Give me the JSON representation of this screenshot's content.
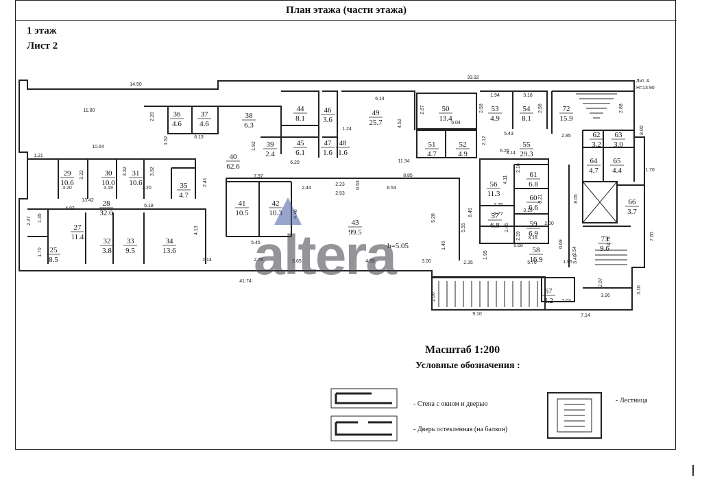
{
  "header": {
    "title": "План этажа (части этажа)",
    "floor": "1 этаж",
    "sheet": "Лист 2"
  },
  "footer": {
    "scale": "Масштаб 1:200",
    "legend_title": "Условные обозначения :",
    "legend_wall": "- Стена с окном и дверью",
    "legend_door": "- Дверь остекленная (на балкон)",
    "legend_stairs": "- Лестница"
  },
  "watermark": "altera",
  "plan": {
    "lit": "Лит. А",
    "height_mark": "Н=13.90",
    "ceiling_note": "h=5.05",
    "rooms": [
      {
        "id": "36",
        "area": "4.6"
      },
      {
        "id": "37",
        "area": "4.6"
      },
      {
        "id": "38",
        "area": "6.3"
      },
      {
        "id": "44",
        "area": "8.1"
      },
      {
        "id": "46",
        "area": "3.6"
      },
      {
        "id": "49",
        "area": "25.7"
      },
      {
        "id": "50",
        "area": "13.4"
      },
      {
        "id": "53",
        "area": "4.9"
      },
      {
        "id": "54",
        "area": "8.1"
      },
      {
        "id": "72",
        "area": "15.9"
      },
      {
        "id": "39",
        "area": "2.4"
      },
      {
        "id": "45",
        "area": "6.1"
      },
      {
        "id": "47",
        "area": "1.6"
      },
      {
        "id": "48",
        "area": "1.6"
      },
      {
        "id": "51",
        "area": "4.7"
      },
      {
        "id": "52",
        "area": "4.9"
      },
      {
        "id": "55",
        "area": "29.3"
      },
      {
        "id": "62",
        "area": "3.2"
      },
      {
        "id": "63",
        "area": "3.0"
      },
      {
        "id": "64",
        "area": "4.7"
      },
      {
        "id": "65",
        "area": "4.4"
      },
      {
        "id": "40",
        "area": "62.6"
      },
      {
        "id": "29",
        "area": "10.6"
      },
      {
        "id": "30",
        "area": "10.0"
      },
      {
        "id": "31",
        "area": "10.6"
      },
      {
        "id": "35",
        "area": "4.7"
      },
      {
        "id": "56",
        "area": "11.3"
      },
      {
        "id": "61",
        "area": "6.8"
      },
      {
        "id": "60",
        "area": "6.6"
      },
      {
        "id": "57",
        "area": "6.8"
      },
      {
        "id": "59",
        "area": "6.9"
      },
      {
        "id": "58",
        "area": "16.9"
      },
      {
        "id": "28",
        "area": "32.0"
      },
      {
        "id": "41",
        "area": "10.5"
      },
      {
        "id": "42",
        "area": "10.3"
      },
      {
        "id": "43",
        "area": "99.5"
      },
      {
        "id": "66",
        "area": "3.7"
      },
      {
        "id": "27",
        "area": "11.4"
      },
      {
        "id": "32",
        "area": "3.8"
      },
      {
        "id": "33",
        "area": "9.5"
      },
      {
        "id": "34",
        "area": "13.6"
      },
      {
        "id": "73",
        "area": "9.6"
      },
      {
        "id": "25",
        "area": "8.5"
      },
      {
        "id": "67",
        "area": "4.2"
      }
    ],
    "dims": [
      "14.50",
      "33.92",
      "11.80",
      "2.20",
      "1.52",
      "6.13",
      "1.92",
      "6.14",
      "2.67",
      "4.52",
      "1.94",
      "3.18",
      "2.58",
      "2.56",
      "2.88",
      "8.00",
      "5.04",
      "1.24",
      "5.43",
      "2.85",
      "6.25",
      "10.64",
      "1.21",
      "3.32",
      "3.32",
      "3.32",
      "2.41",
      "6.20",
      "11.34",
      "2.12",
      "7.97",
      "8.85",
      "2.44",
      "2.23",
      "2.53",
      "8.54",
      "0.53",
      "3.14",
      "2.18",
      "4.11",
      "1.70",
      "13.42",
      "4.03",
      "6.18",
      "3.20",
      "3.19",
      "3.20",
      "2.75",
      "3.15",
      "8.21",
      "8.05",
      "2.37",
      "1.35",
      "4.46",
      "5.28",
      "5.55",
      "8.45",
      "2.77",
      "2.45",
      "2.00",
      "4.13",
      "1.46",
      "3.16",
      "0.69",
      "2.19",
      "2.54",
      "2.76",
      "7.00",
      "5.45",
      "6.68",
      "1.70",
      "2.14",
      "2.78",
      "5.65",
      "4.99",
      "3.00",
      "2.35",
      "1.95",
      "5.76",
      "1.95",
      "41.74",
      "2.00",
      "9.10",
      "2.03",
      "7.14",
      "3.10",
      "3.26",
      "2.07",
      "3.40"
    ]
  }
}
